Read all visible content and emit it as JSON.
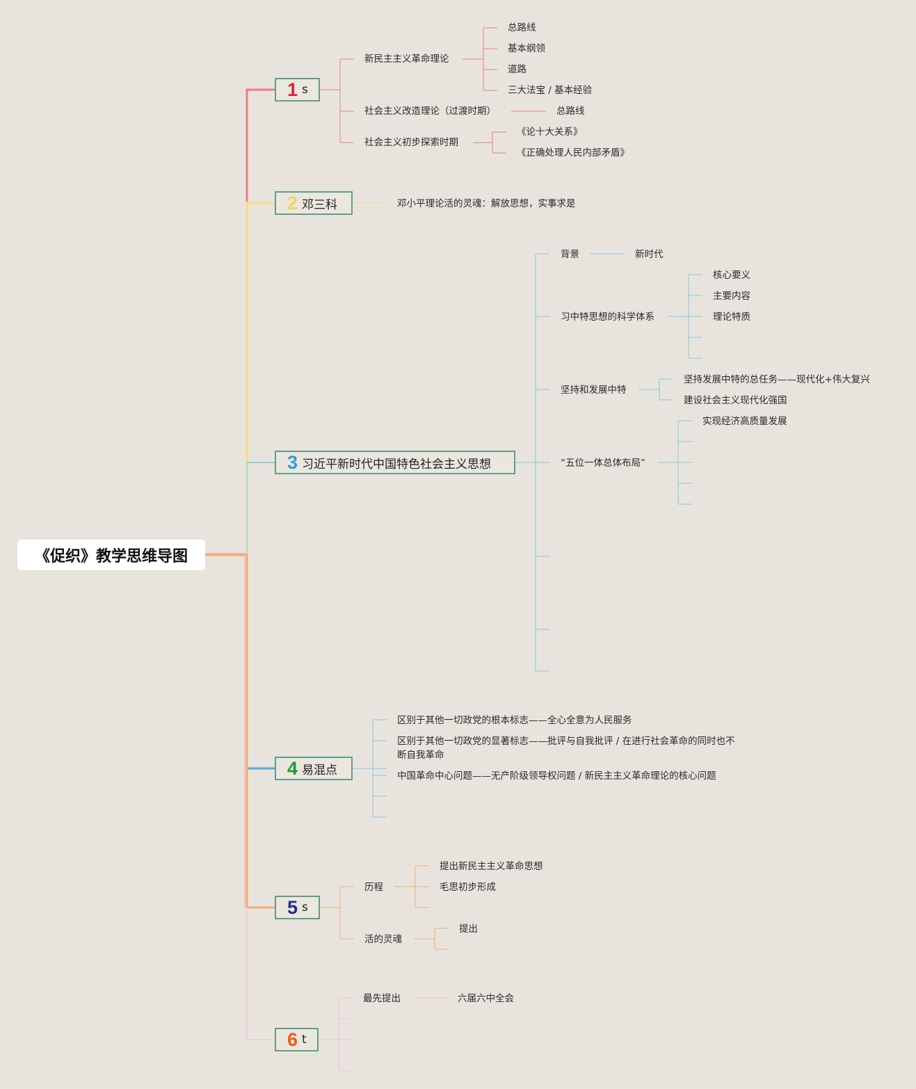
{
  "root": {
    "title": "《促织》教学思维导图"
  },
  "branches": {
    "b1": {
      "num": "1",
      "label": "s",
      "num_color": "#d6263b",
      "line_color": "#ec7c82"
    },
    "b2": {
      "num": "2",
      "label": "邓三科",
      "num_color": "#f5d35a",
      "line_color": "#f6dc7c"
    },
    "b3": {
      "num": "3",
      "label": "习近平新时代中国特色社会主义思想",
      "num_color": "#2f9bd8",
      "line_color": "#84c9dd"
    },
    "b4": {
      "num": "4",
      "label": "易混点",
      "num_color": "#1e9b36",
      "line_color": "#84c9dd"
    },
    "b5": {
      "num": "5",
      "label": "s",
      "num_color": "#1f2f8a",
      "line_color": "#f0ad78"
    },
    "b6": {
      "num": "6",
      "label": "t",
      "num_color": "#f05a1e",
      "line_color": "#f3c4d6"
    }
  },
  "nodes": {
    "b1": {
      "xmzy": "新民主主义革命理论",
      "zlx1": "总路线",
      "jbgl": "基本纲领",
      "dl": "道路",
      "sdfb": "三大法宝 / 基本经验",
      "shzygz": "社会主义改造理论（过渡时期）",
      "zlx2": "总路线",
      "shzycb": "社会主义初步探索时期",
      "lsdgx": "《论十大关系》",
      "zqcl": "《正确处理人民内部矛盾》"
    },
    "b2": {
      "hdlh": "邓小平理论活的灵魂：解放思想，实事求是"
    },
    "b3": {
      "bj": "背景",
      "xsd": "新时代",
      "kxtx": "习中特思想的科学体系",
      "hxyy": "核心要义",
      "zynr": "主要内容",
      "lltz": "理论特质",
      "jcfz": "坚持和发展中特",
      "zrw": "坚持发展中特的总任务——现代化+伟大复兴",
      "jsqg": "建设社会主义现代化强国",
      "wwyt": "“五位一体总体布局”",
      "sxjj": "实现经济高质量发展"
    },
    "b4": {
      "gbbz": "区别于其他一切政党的根本标志——全心全意为人民服务",
      "xzbz": "区别于其他一切政党的显著标志——批评与自我批评 / 在进行社会革命的同时也不断自我革命",
      "zxwt": "中国革命中心问题——无产阶级领导权问题 / 新民主主义革命理论的核心问题"
    },
    "b5": {
      "lc": "历程",
      "tcxm": "提出新民主主义革命思想",
      "msxc": "毛思初步形成",
      "hdlh": "活的灵魂",
      "tc": "提出"
    },
    "b6": {
      "zxtc": "最先提出",
      "ljlz": "六届六中全会"
    }
  }
}
